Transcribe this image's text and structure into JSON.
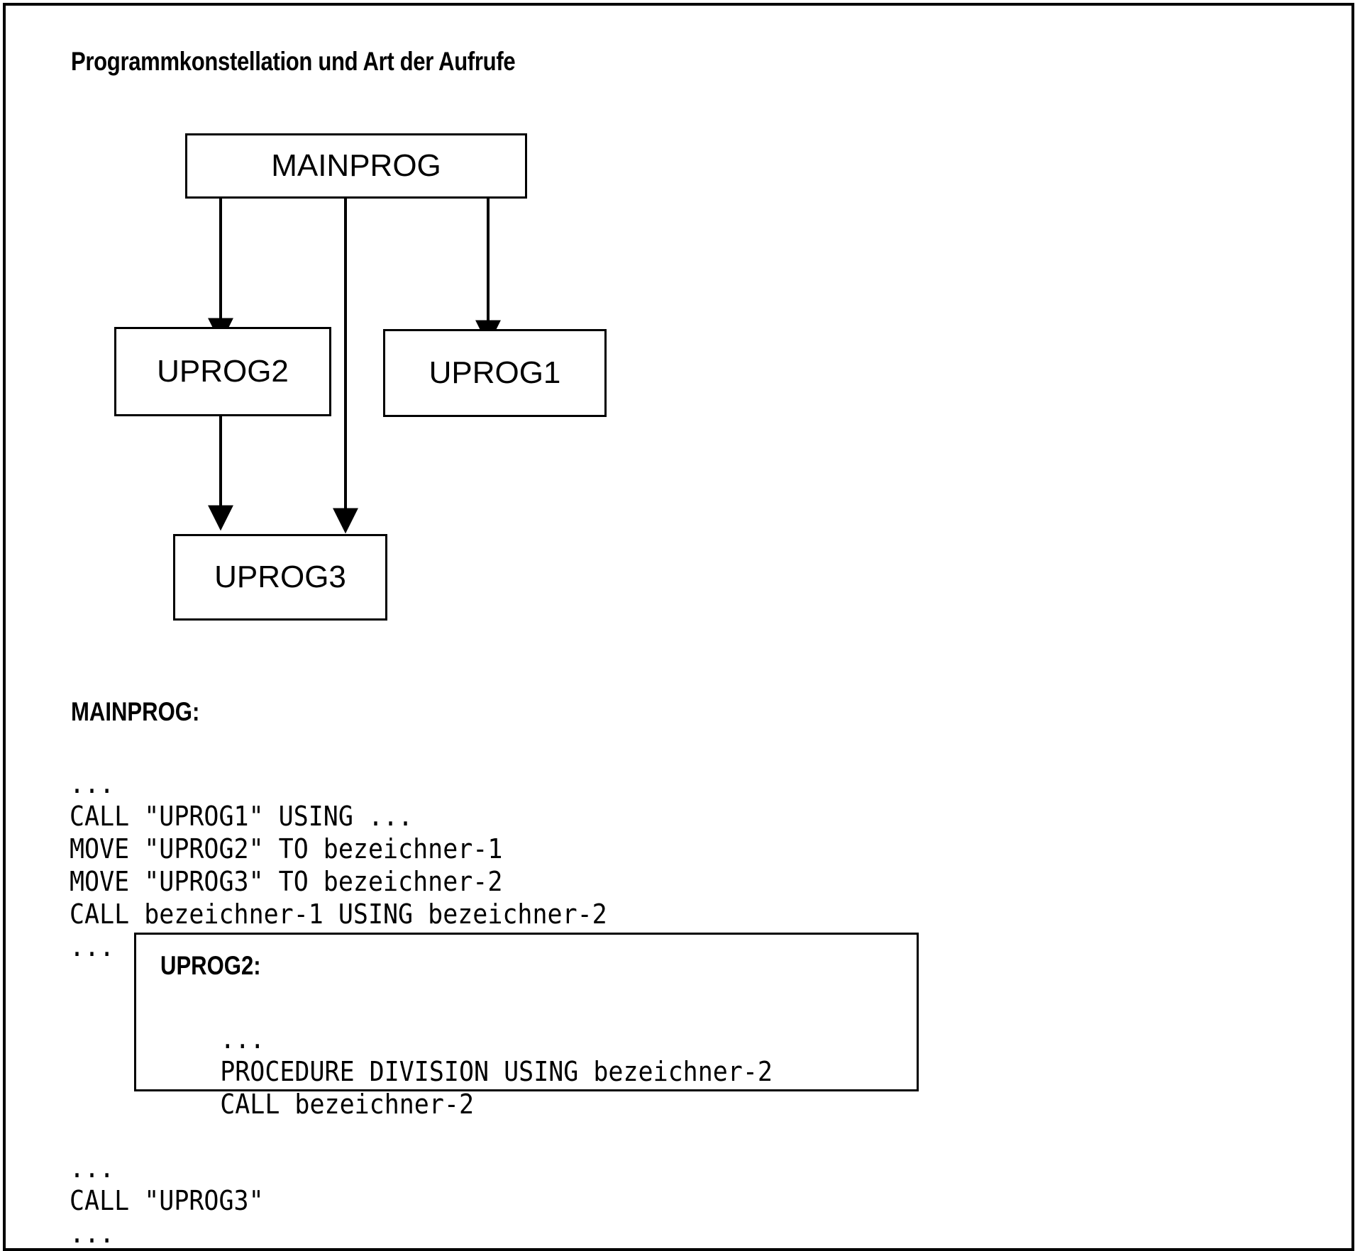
{
  "title": "Programmkonstellation und Art der Aufrufe",
  "diagram": {
    "nodes": [
      {
        "id": "mainprog",
        "label": "MAINPROG"
      },
      {
        "id": "uprog2",
        "label": "UPROG2"
      },
      {
        "id": "uprog1",
        "label": "UPROG1"
      },
      {
        "id": "uprog3",
        "label": "UPROG3"
      }
    ],
    "edges": [
      {
        "from": "MAINPROG",
        "to": "UPROG2"
      },
      {
        "from": "MAINPROG",
        "to": "UPROG1"
      },
      {
        "from": "MAINPROG",
        "to": "UPROG3"
      },
      {
        "from": "UPROG2",
        "to": "UPROG3"
      }
    ]
  },
  "code": {
    "mainprog_heading": "MAINPROG:",
    "top_lines": "...\nCALL \"UPROG1\" USING ...\nMOVE \"UPROG2\" TO bezeichner-1\nMOVE \"UPROG3\" TO bezeichner-2\nCALL bezeichner-1 USING bezeichner-2\n...",
    "uprog2_heading": "UPROG2:",
    "uprog2_lines": "    ...\n    PROCEDURE DIVISION USING bezeichner-2\n    CALL bezeichner-2",
    "bottom_lines": "...\nCALL \"UPROG3\"\n..."
  },
  "colors": {
    "ink": "#000000",
    "paper": "#ffffff"
  }
}
